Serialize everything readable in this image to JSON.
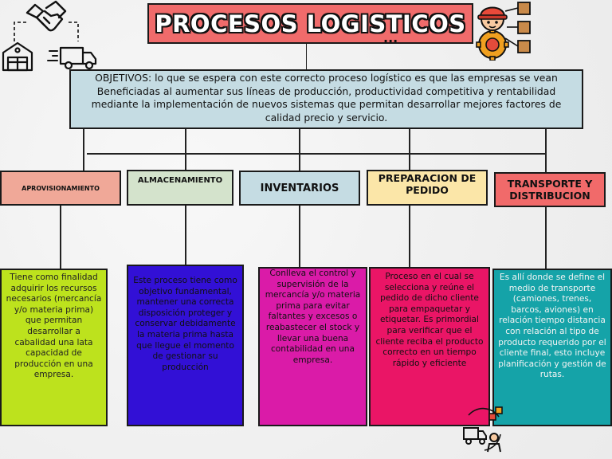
{
  "title": "PROCESOS LOGISTICOS",
  "title_extra": "...",
  "objectives": "OBJETIVOS: lo que se espera con este correcto proceso logístico es que las empresas se vean Beneficiadas al aumentar sus líneas de producción, productividad competitiva y rentabilidad mediante la implementación de nuevos sistemas que permitan desarrollar mejores factores de calidad precio y servicio.",
  "categories": [
    {
      "label": "APROVISIONAMIENTO",
      "color": "#f0a898",
      "description": "Tiene como finalidad adquirir los recursos necesarios (mercancía y/o materia prima) que permitan desarrollar a cabalidad una lata capacidad de producción en una empresa.",
      "desc_color": "#bde21d",
      "desc_text_color": "#222222"
    },
    {
      "label": "ALMACENAMIENTO",
      "color": "#d4e3cc",
      "description": "Este proceso tiene como objetivo fundamental, mantener una correcta disposición proteger y conservar debidamente la materia prima hasta que llegue el momento de gestionar su producción",
      "desc_color": "#3210d6",
      "desc_text_color": "#111111"
    },
    {
      "label": "INVENTARIOS",
      "color": "#c5dce3",
      "description": "Conlleva el control y supervisión de la mercancía y/o materia prima para evitar faltantes y excesos o reabastecer el stock y llevar una buena contabilidad en una empresa.",
      "desc_color": "#da1ba8",
      "desc_text_color": "#111111"
    },
    {
      "label": "PREPARACION DE PEDIDO",
      "color": "#fbe6a8",
      "description": "Proceso en el cual se selecciona y reúne el pedido de dicho cliente para empaquetar y etiquetar. Es primordial para verificar que el cliente reciba el producto correcto en un tiempo rápido y eficiente",
      "desc_color": "#ea1566",
      "desc_text_color": "#111111"
    },
    {
      "label": "TRANSPORTE Y DISTRIBUCION",
      "color": "#f16a6a",
      "description": "Es allí donde se define el medio de transporte (camiones, trenes, barcos, aviones) en relación tiempo distancia con relación al tipo de producto requerido por el cliente final, esto incluye planificación y gestión de rutas.",
      "desc_color": "#15a3a8",
      "desc_text_color": "#f4f4f4"
    }
  ],
  "icons": [
    "handshake-warehouse-truck-icon",
    "worker-boxes-icon",
    "delivery-cart-icon"
  ]
}
